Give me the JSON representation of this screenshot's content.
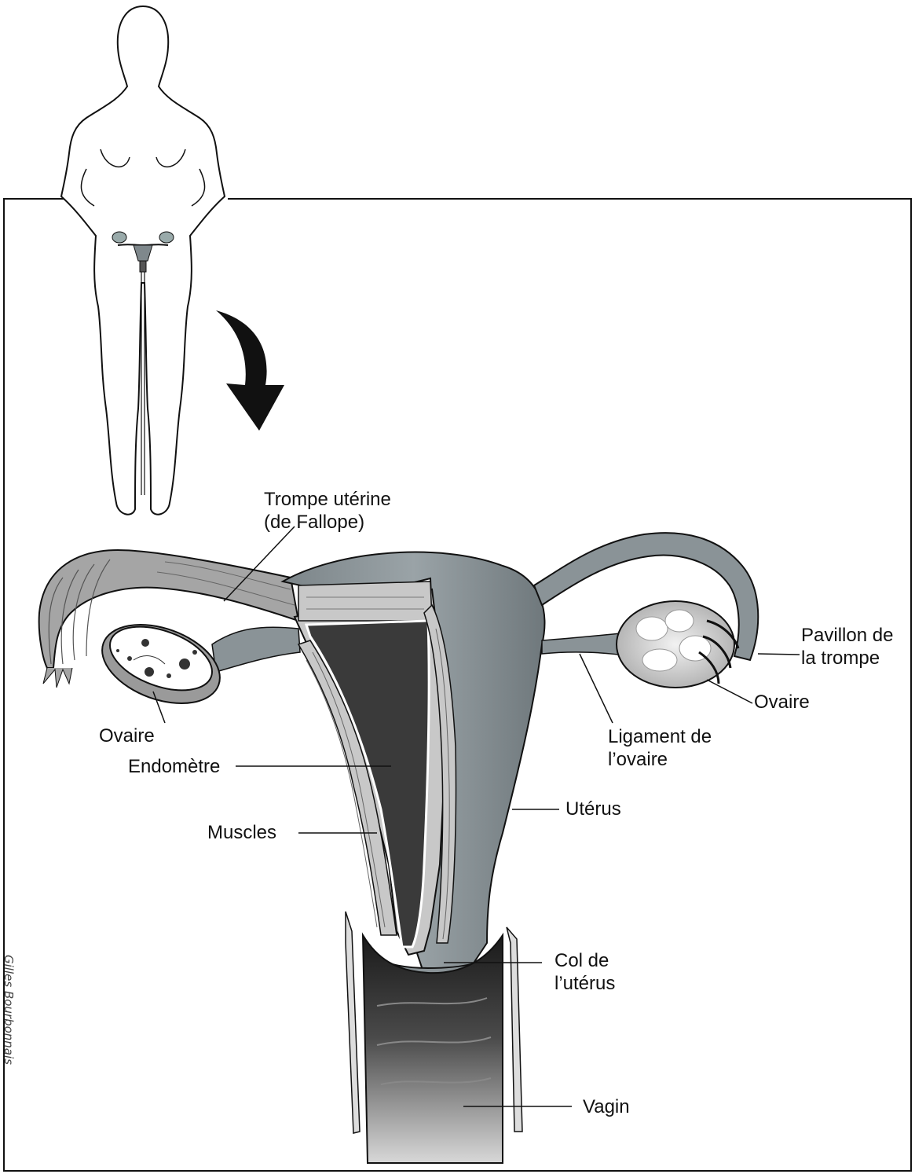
{
  "labels": {
    "trompe": "Trompe utérine\n(de Fallope)",
    "pavillon": "Pavillon de\nla trompe",
    "ovaire_right": "Ovaire",
    "ovaire_left": "Ovaire",
    "ligament": "Ligament de\nl’ovaire",
    "endometre": "Endomètre",
    "muscles": "Muscles",
    "uterus": "Utérus",
    "col": "Col de\nl’utérus",
    "vagin": "Vagin"
  },
  "signature": "Gilles Bourbonnais",
  "colors": {
    "uterus_gray": "#8a9397",
    "cavity": "#3a3a3a",
    "muscle": "#c8c8c8",
    "outline": "#111111"
  }
}
